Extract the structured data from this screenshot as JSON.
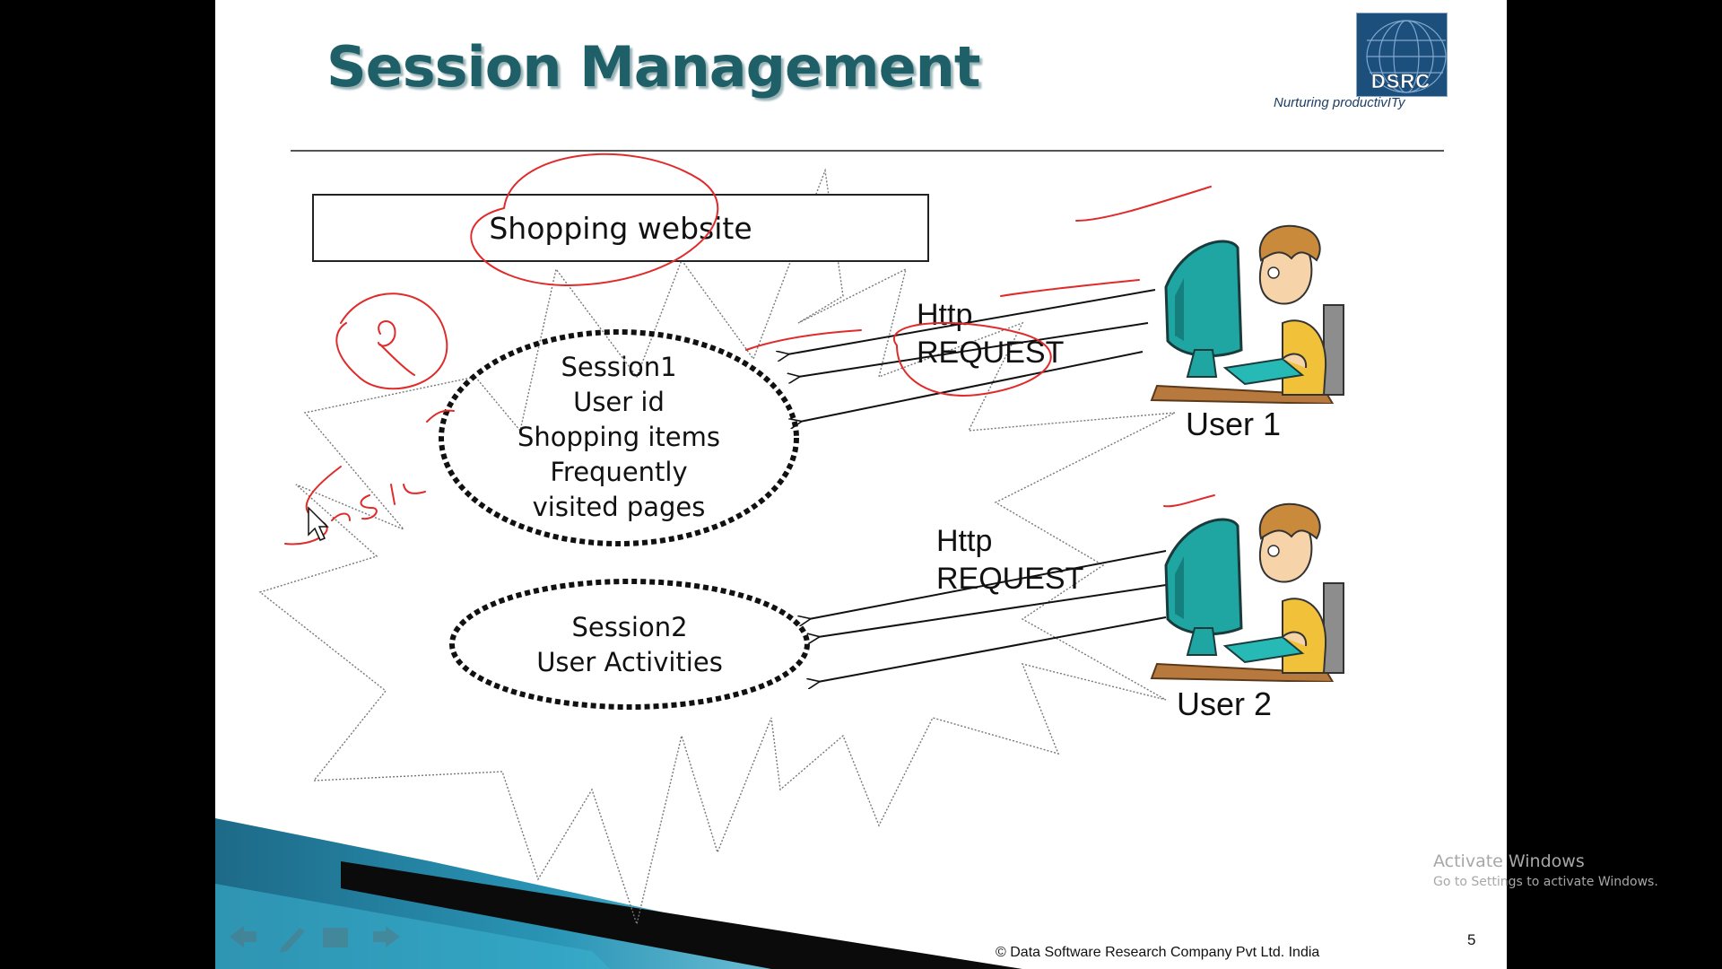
{
  "slide": {
    "title": "Session Management",
    "logo_text": "DSRC",
    "tagline": "Nurturing productivITy",
    "website_box": "Shopping website",
    "session1_lines": [
      "Session1",
      "User id",
      "Shopping items",
      "Frequently",
      "visited pages"
    ],
    "session2_lines": [
      "Session2",
      "User Activities"
    ],
    "requests": [
      {
        "line1": "Http",
        "line2": "REQUEST"
      },
      {
        "line1": "Http",
        "line2": "REQUEST"
      }
    ],
    "users": [
      "User 1",
      "User 2"
    ],
    "copyright": "© Data Software Research Company Pvt Ltd. India",
    "page_number": "5"
  },
  "os_watermark": {
    "title": "Activate Windows",
    "subtitle": "Go to Settings to activate Windows."
  },
  "icons": [
    "back-arrow-icon",
    "pen-icon",
    "slides-menu-icon",
    "forward-arrow-icon",
    "mouse-cursor-icon"
  ],
  "colors": {
    "title": "#1f5f67",
    "annotation_ink": "#e02b2b",
    "monitor": "#1fa6a3",
    "shirt": "#f1c13a",
    "logo": "#1d4f7d"
  }
}
